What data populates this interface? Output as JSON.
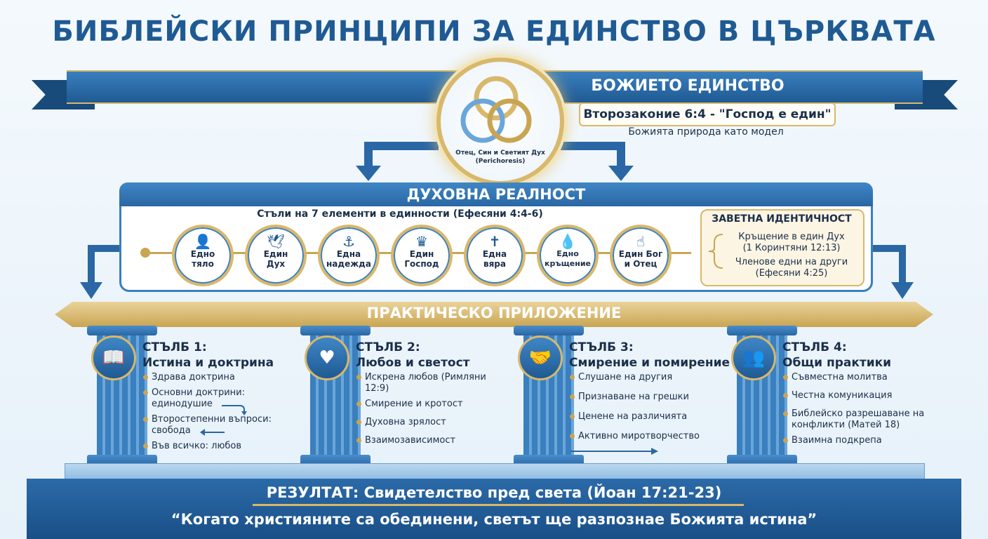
{
  "title": "БИБЛЕЙСКИ ПРИНЦИПИ ЗА ЕДИНСТВО В ЦЪРКВАТА",
  "divine_unity": {
    "heading": "БОЖИЕТО ЕДИНСТВО",
    "verse": "Второзаконие 6:4 - \"Господ е един\"",
    "subtitle": "Божията природа като модел",
    "medallion_label": "Отец, Син и Светият Дух (Perichoresis)"
  },
  "spiritual_reality": {
    "heading": "ДУХОВНА РЕАЛНОСТ",
    "subtitle": "Стъли на 7 елементи в единности (Ефесяни 4:4-6)",
    "elements": [
      {
        "icon": "person-icon",
        "label1": "Едно",
        "label2": "тяло"
      },
      {
        "icon": "dove-icon",
        "label1": "Един",
        "label2": "Дух"
      },
      {
        "icon": "anchor-icon",
        "label1": "Една",
        "label2": "надежда"
      },
      {
        "icon": "crown-icon",
        "label1": "Един",
        "label2": "Господ"
      },
      {
        "icon": "cross-icon",
        "label1": "Една",
        "label2": "вяра"
      },
      {
        "icon": "water-drop-icon",
        "label1": "Едно",
        "label2": "кръщение"
      },
      {
        "icon": "pointing-hand-icon",
        "label1": "Един Бог",
        "label2": "и Отец"
      }
    ],
    "covenant": {
      "title": "ЗАВЕТНА ИДЕНТИЧНОСТ",
      "items": [
        {
          "line1": "Кръщение в един Дух",
          "line2": "(1 Коринтяни 12:13)"
        },
        {
          "line1": "Членове едни на други",
          "line2": "(Ефесяни 4:25)"
        }
      ]
    }
  },
  "practical": {
    "heading": "ПРАКТИЧЕСКО ПРИЛОЖЕНИЕ",
    "pillars": [
      {
        "icon": "book-icon",
        "title1": "СТЪЛБ 1:",
        "title2": "Истина и доктрина",
        "items": [
          "Здрава доктрина",
          "Основни доктрини: единодушие",
          "Второстепенни въпроси: свобода",
          "Във всичко: любов"
        ]
      },
      {
        "icon": "heart-icon",
        "title1": "СТЪЛБ 2:",
        "title2": "Любов и светост",
        "items": [
          "Искрена любов (Римляни 12:9)",
          "Смирение и кротост",
          "Духовна зрялост",
          "Взаимозависимост"
        ]
      },
      {
        "icon": "handshake-icon",
        "title1": "СТЪЛБ 3:",
        "title2": "Смирение и помирение",
        "items": [
          "Слушане на другия",
          "Признаване на грешки",
          "Ценене на различията",
          "Активно миротворчество"
        ]
      },
      {
        "icon": "people-icon",
        "title1": "СТЪЛБ 4:",
        "title2": "Общи практики",
        "items": [
          "Съвместна молитва",
          "Честна комуникация",
          "Библейско разрешаване на конфликти (Матей 18)",
          "Взаимна подкрепа"
        ]
      }
    ]
  },
  "result": {
    "line": "РЕЗУЛТАТ: Свидетелство пред света (Йоан 17:21-23)",
    "quote": "“Когато християните са обединени, светът ще разпознае Божията истина”"
  }
}
